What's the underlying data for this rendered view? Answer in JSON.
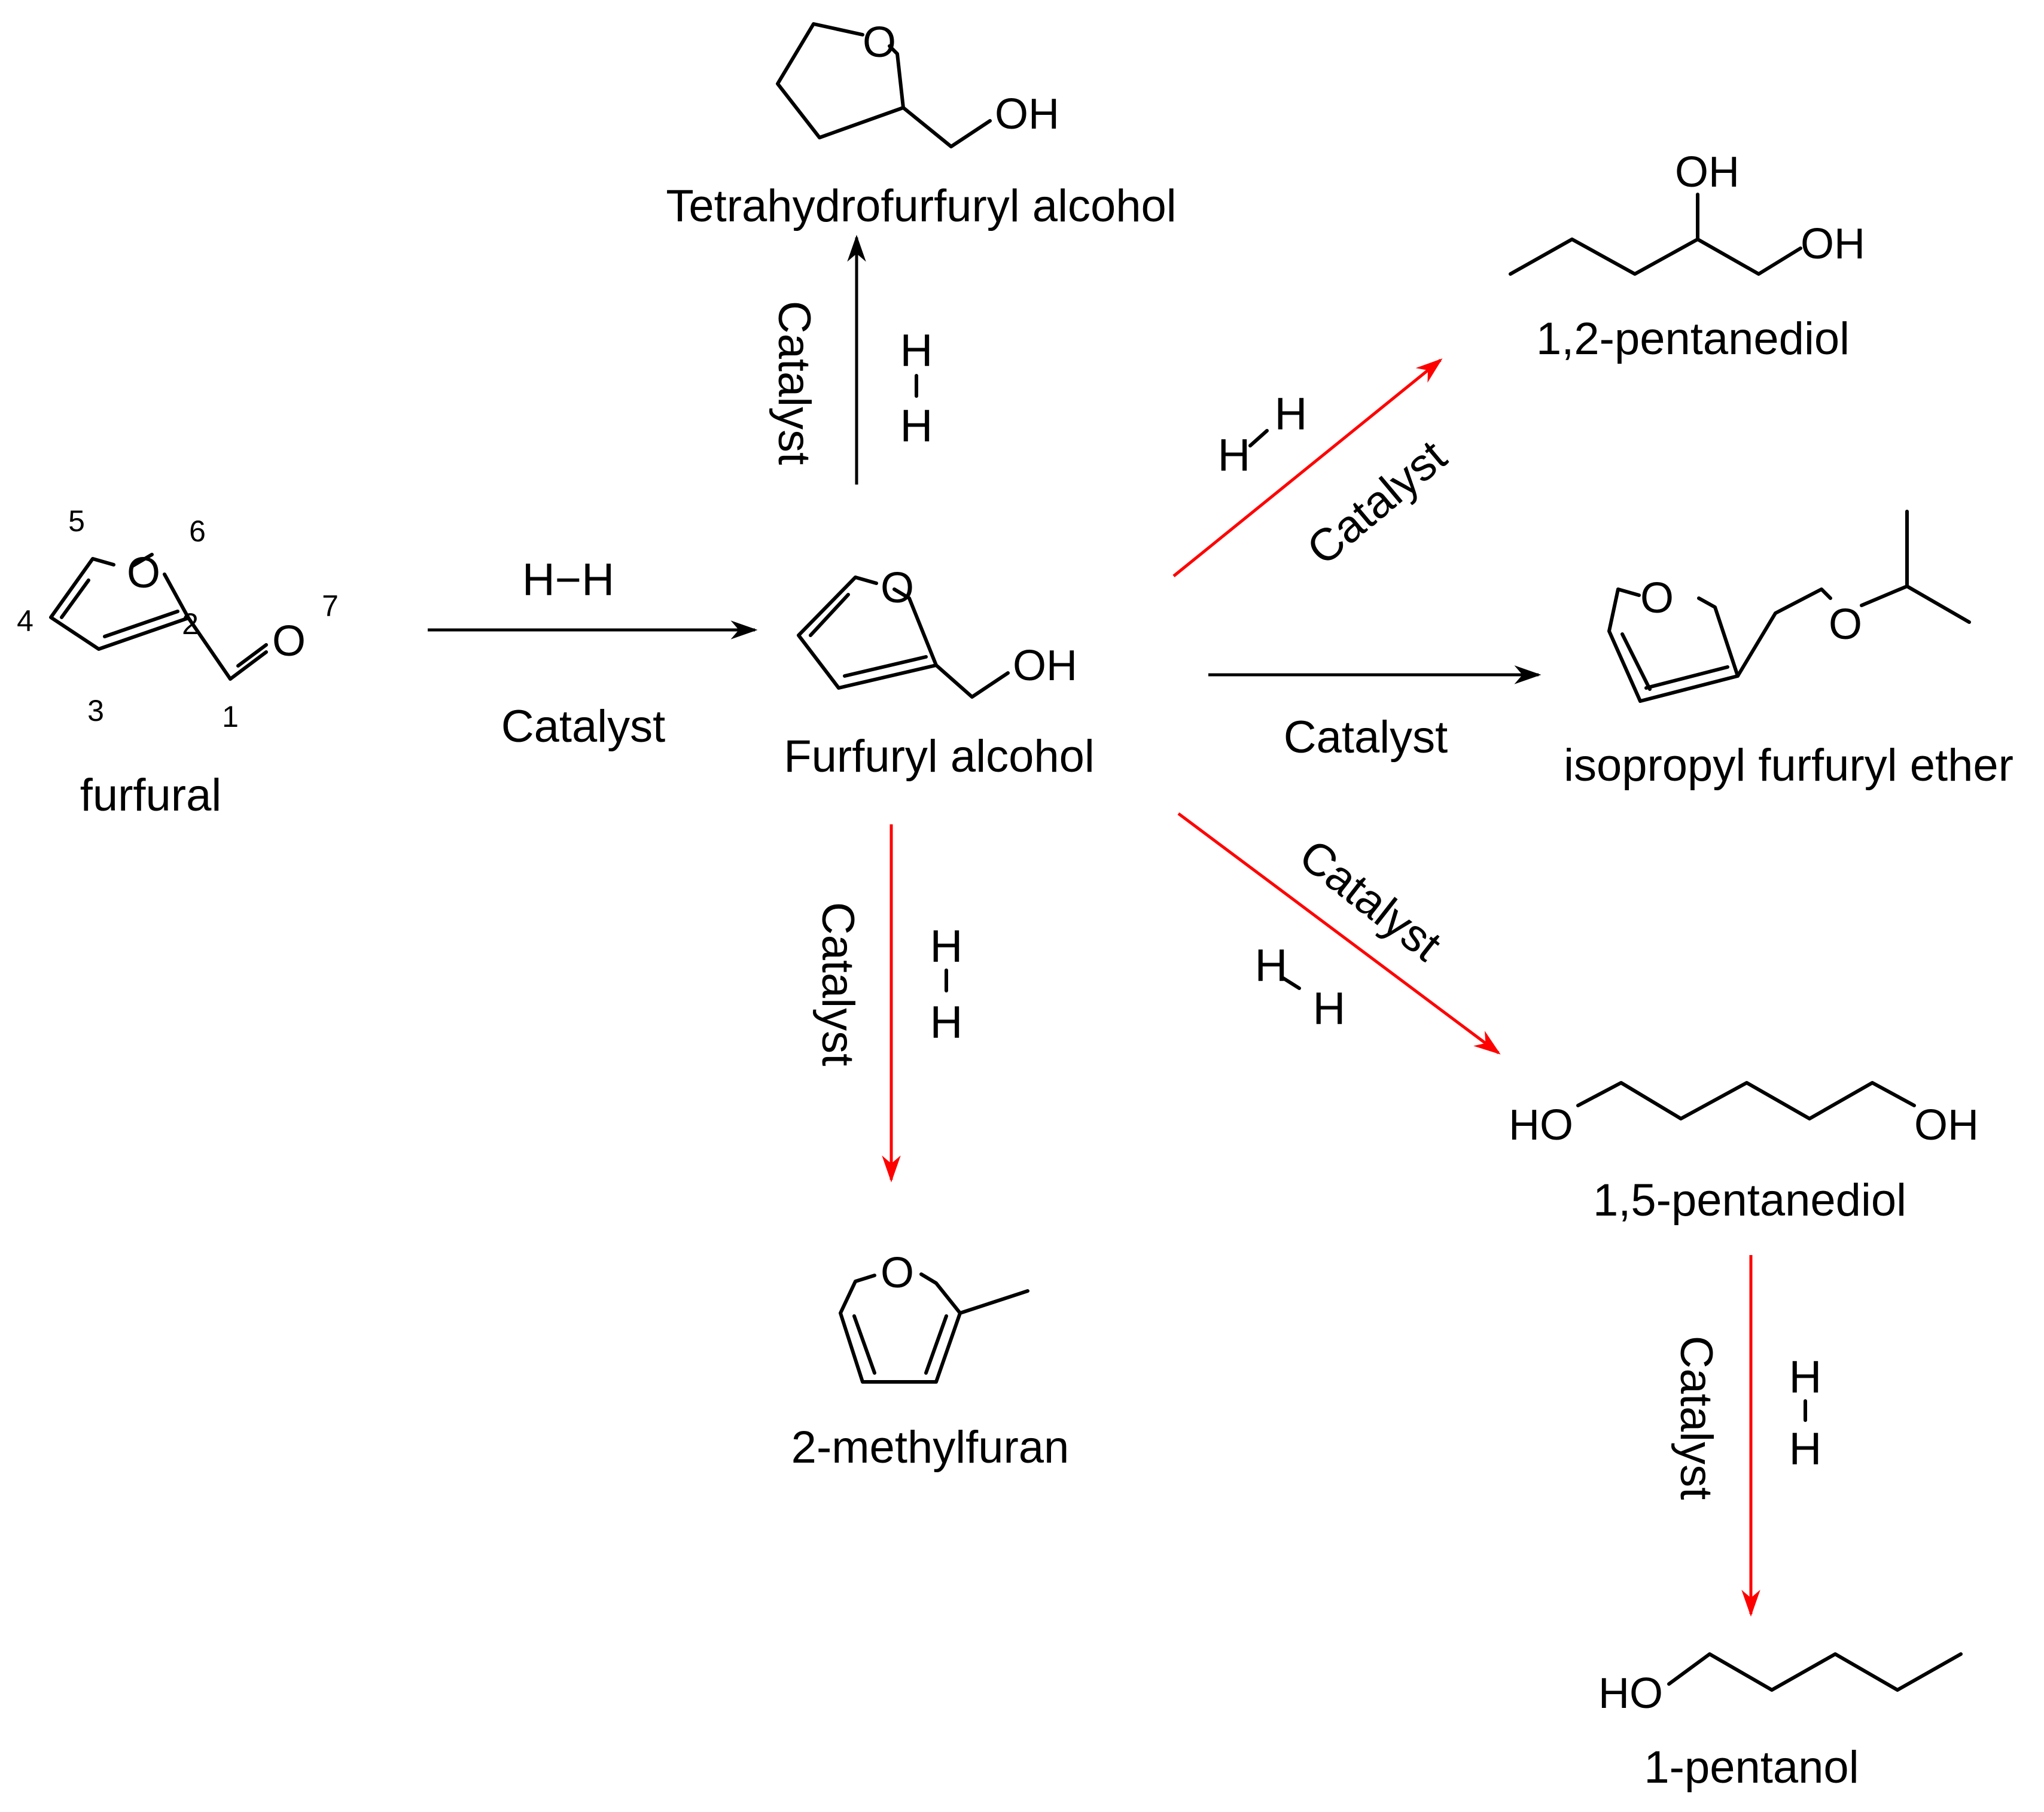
{
  "compounds": {
    "furfural": "furfural",
    "furfuryl_alcohol": "Furfuryl alcohol",
    "thfa": "Tetrahydrofurfuryl alcohol",
    "pentanediol_12": "1,2-pentanediol",
    "ipfe": "isopropyl furfuryl ether",
    "methylfuran": "2-methylfuran",
    "pentanediol_15": "1,5-pentanediol",
    "pentanol": "1-pentanol"
  },
  "atoms": {
    "O": "O",
    "OH": "OH",
    "HO": "HO",
    "H": "H"
  },
  "numbering": [
    "1",
    "2",
    "3",
    "4",
    "5",
    "6",
    "7"
  ],
  "conditions": {
    "catalyst": "Catalyst",
    "hydrogen": "H−H",
    "hydrogen_short": "H"
  },
  "colors": {
    "primary_arrow": "#000000",
    "side_arrow": "#ff0000"
  }
}
